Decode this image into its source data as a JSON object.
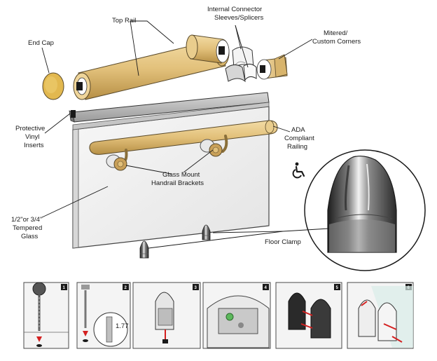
{
  "labels": {
    "top_rail": "Top Rail",
    "internal_connector": [
      "Internal Connector",
      "Sleeves/Splicers"
    ],
    "mitered_corners": [
      "Mitered/",
      "Custom Corners"
    ],
    "end_cap": "End Cap",
    "protective_vinyl": [
      "Protective",
      "Vinyl",
      "Inserts"
    ],
    "ada_railing": [
      "ADA",
      "Compliant",
      "Railing"
    ],
    "glass_mount": [
      "Glass Mount",
      "Handrail Brackets"
    ],
    "tempered_glass": [
      "1/2\"or 3/4\"",
      "Tempered",
      "Glass"
    ],
    "floor_clamp": "Floor Clamp"
  },
  "install_steps": {
    "numbers": [
      "1",
      "2",
      "3",
      "4",
      "5",
      "6"
    ],
    "step2_dimension": "1.77"
  },
  "icons": [
    "wheelchair-accessibility-icon"
  ],
  "colors": {
    "wood": "#e2c07a",
    "wood_dark": "#b68f45",
    "glass": "#efefef",
    "steel": "#a9a9a9",
    "chrome_dark": "#2c2c2c"
  }
}
